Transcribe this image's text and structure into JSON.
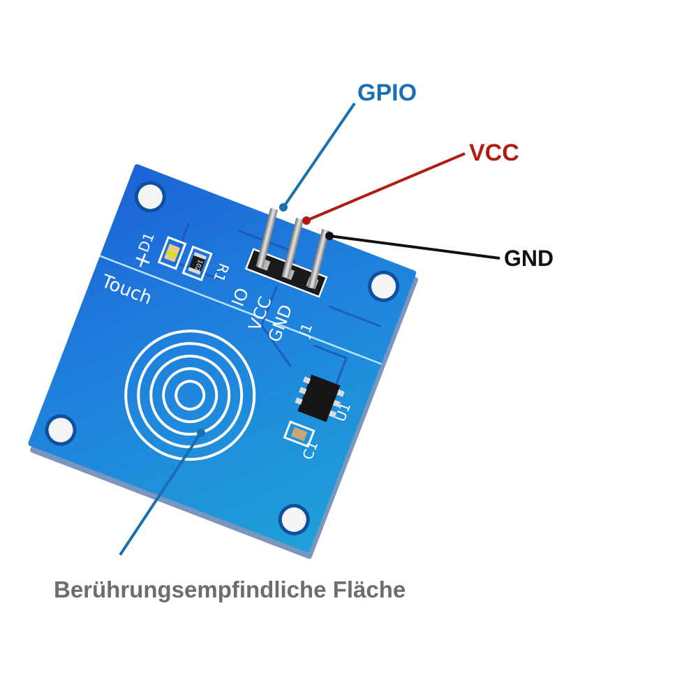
{
  "colors": {
    "gpio": "#1a6fb0",
    "vcc": "#b01c12",
    "gnd": "#111111",
    "surface": "#6d6d6d",
    "board": "#1f7ad0",
    "board_dark": "#0f4fa0",
    "silk": "#ffffff"
  },
  "callouts": {
    "gpio": "GPIO",
    "vcc": "VCC",
    "gnd": "GND",
    "surface": "Berührungsempfindliche Fläche"
  },
  "board": {
    "silk_d1": "D1",
    "silk_r1": "R1",
    "silk_plus": "+",
    "silk_touch": "Touch",
    "silk_io": "IO",
    "silk_vcc": "VCC",
    "silk_gnd": "GND",
    "silk_j1": "J1",
    "silk_u1": "U1",
    "silk_c1": "C1",
    "resistor_code": "102"
  }
}
